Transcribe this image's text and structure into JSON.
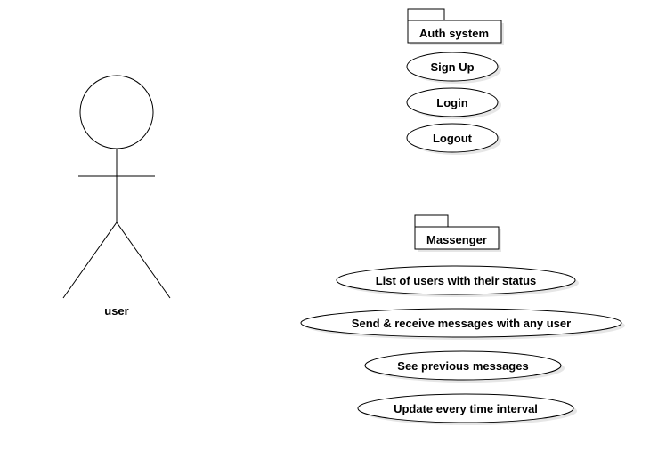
{
  "actor": {
    "label": "user"
  },
  "packages": [
    {
      "name": "Auth system",
      "use_cases": [
        "Sign Up",
        "Login",
        "Logout"
      ]
    },
    {
      "name": "Massenger",
      "use_cases": [
        "List of users with their status",
        "Send & receive messages with any user",
        "See previous messages",
        "Update every time interval"
      ]
    }
  ],
  "colors": {
    "stroke": "#000000",
    "fill": "#ffffff",
    "shadow": "#e6e6e6"
  }
}
